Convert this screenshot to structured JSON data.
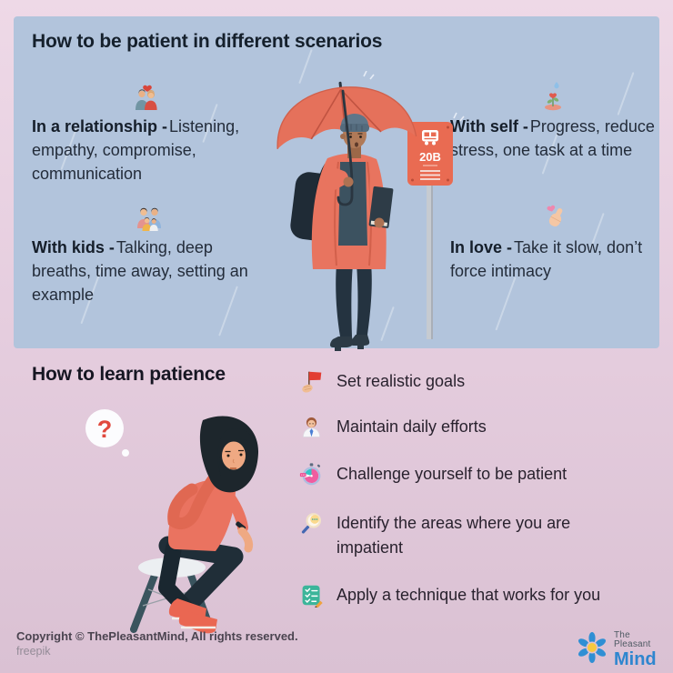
{
  "top_panel": {
    "title": "How to be patient in different scenarios",
    "scenarios": [
      {
        "icon": "couple-icon",
        "label": "In a relationship -",
        "text": "Listening, empathy, compromise, communication"
      },
      {
        "icon": "plant-growth-icon",
        "label": "With self -",
        "text": "Progress, reduce stress, one task at a time"
      },
      {
        "icon": "family-icon",
        "label": "With kids -",
        "text": "Talking, deep breaths, time away, setting an example"
      },
      {
        "icon": "hand-heart-icon",
        "label": "In love -",
        "text": "Take it slow, don’t force intimacy"
      }
    ],
    "bus_sign": {
      "route": "20B"
    }
  },
  "bottom_section": {
    "title": "How to learn patience",
    "question_mark": "?",
    "items": [
      {
        "icon": "flag-icon",
        "text": "Set realistic goals"
      },
      {
        "icon": "person-icon",
        "text": "Maintain daily efforts"
      },
      {
        "icon": "stopwatch-icon",
        "text": "Challenge yourself to be patient"
      },
      {
        "icon": "magnifier-icon",
        "text": "Identify the areas where you are impatient"
      },
      {
        "icon": "checklist-icon",
        "text": "Apply a technique that works for you"
      }
    ]
  },
  "footer": {
    "copyright": "Copyright © ThePleasantMind, All rights reserved.",
    "credit": "freepik",
    "logo": {
      "line1": "The Pleasant",
      "line2": "Mind"
    }
  },
  "colors": {
    "panel_blue": "#b2c4dc",
    "background_pink_top": "#eed9e7",
    "background_pink_bottom": "#dac1d3",
    "coral": "#e8745f",
    "sign_orange": "#e96b52",
    "dark_text": "#15202c",
    "logo_blue": "#2e86cf",
    "logo_yellow": "#f8c93e",
    "question_red": "#e1493e"
  }
}
